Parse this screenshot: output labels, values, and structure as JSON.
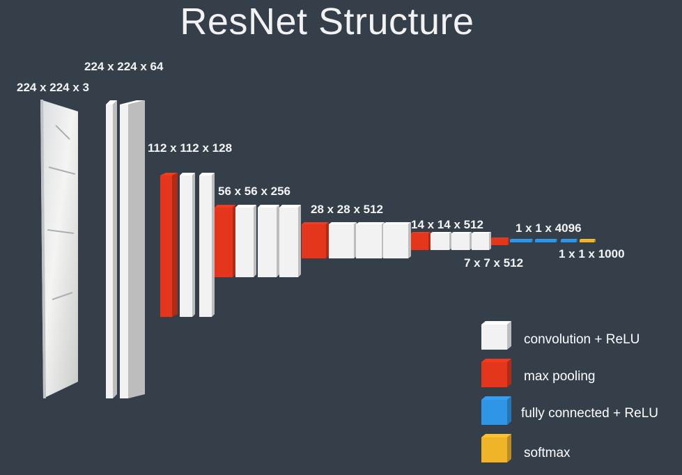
{
  "title": "ResNet Structure",
  "colors": {
    "background": "#353f4a",
    "conv": "#f2f2f2",
    "pool": "#e3361c",
    "fc": "#2f95e6",
    "softmax": "#f0b428"
  },
  "shape_labels": {
    "input": "224 x 224 x 3",
    "conv1": "224 x 224 x 64",
    "conv2": "112 x 112 x 128",
    "conv3": "56 x 56 x 256",
    "conv4": "28 x 28 x 512",
    "conv5": "14 x 14 x 512",
    "pool5": "7 x 7 x 512",
    "fc": "1 x 1 x 4096",
    "out": "1 x 1 x 1000"
  },
  "legend": [
    {
      "type": "conv",
      "label": "convolution + ReLU"
    },
    {
      "type": "pool",
      "label": "max pooling"
    },
    {
      "type": "fc",
      "label": "fully connected + ReLU"
    },
    {
      "type": "softmax",
      "label": "softmax"
    }
  ]
}
